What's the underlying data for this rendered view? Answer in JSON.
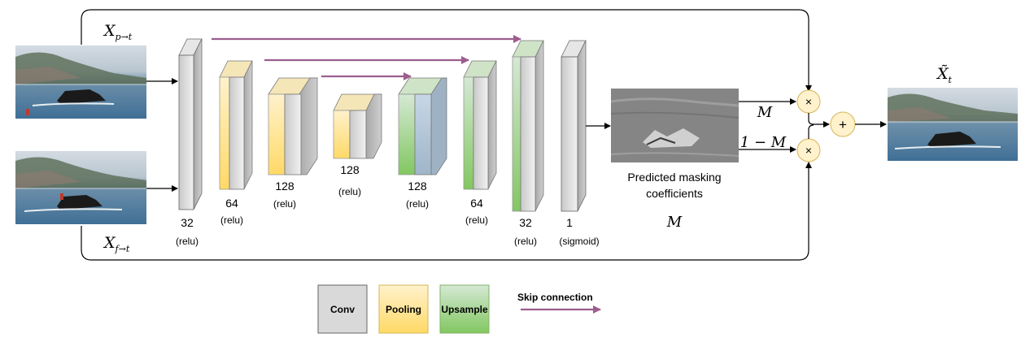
{
  "inputs": {
    "top_label": "X",
    "top_sub": "p→t",
    "bottom_label": "X",
    "bottom_sub": "f→t"
  },
  "output": {
    "label": "X̃",
    "sub": "t"
  },
  "layers": [
    {
      "id": "conv32",
      "size": "32",
      "activation": "(relu)"
    },
    {
      "id": "pool64",
      "size": "64",
      "activation": "(relu)"
    },
    {
      "id": "pool128a",
      "size": "128",
      "activation": "(relu)"
    },
    {
      "id": "pool128b",
      "size": "128",
      "activation": "(relu)"
    },
    {
      "id": "up128",
      "size": "128",
      "activation": "(relu)"
    },
    {
      "id": "up64",
      "size": "64",
      "activation": "(relu)"
    },
    {
      "id": "up32",
      "size": "32",
      "activation": "(relu)"
    },
    {
      "id": "conv1",
      "size": "1",
      "activation": "(sigmoid)"
    }
  ],
  "mask": {
    "caption_line1": "Predicted masking",
    "caption_line2": "coefficients",
    "symbol": "M",
    "branch_top": "M",
    "branch_bottom": "1 − M"
  },
  "ops": {
    "multiply": "×",
    "add": "+"
  },
  "legend": {
    "conv": "Conv",
    "pooling": "Pooling",
    "upsample": "Upsample",
    "skip": "Skip connection"
  },
  "colors": {
    "gray": "#d9d9d9",
    "yellow": "#ffe599",
    "green": "#97d077",
    "blue": "#b8c9d9",
    "skip": "#9c5d8f",
    "op_fill": "#fff2cc",
    "op_stroke": "#d6b656"
  }
}
